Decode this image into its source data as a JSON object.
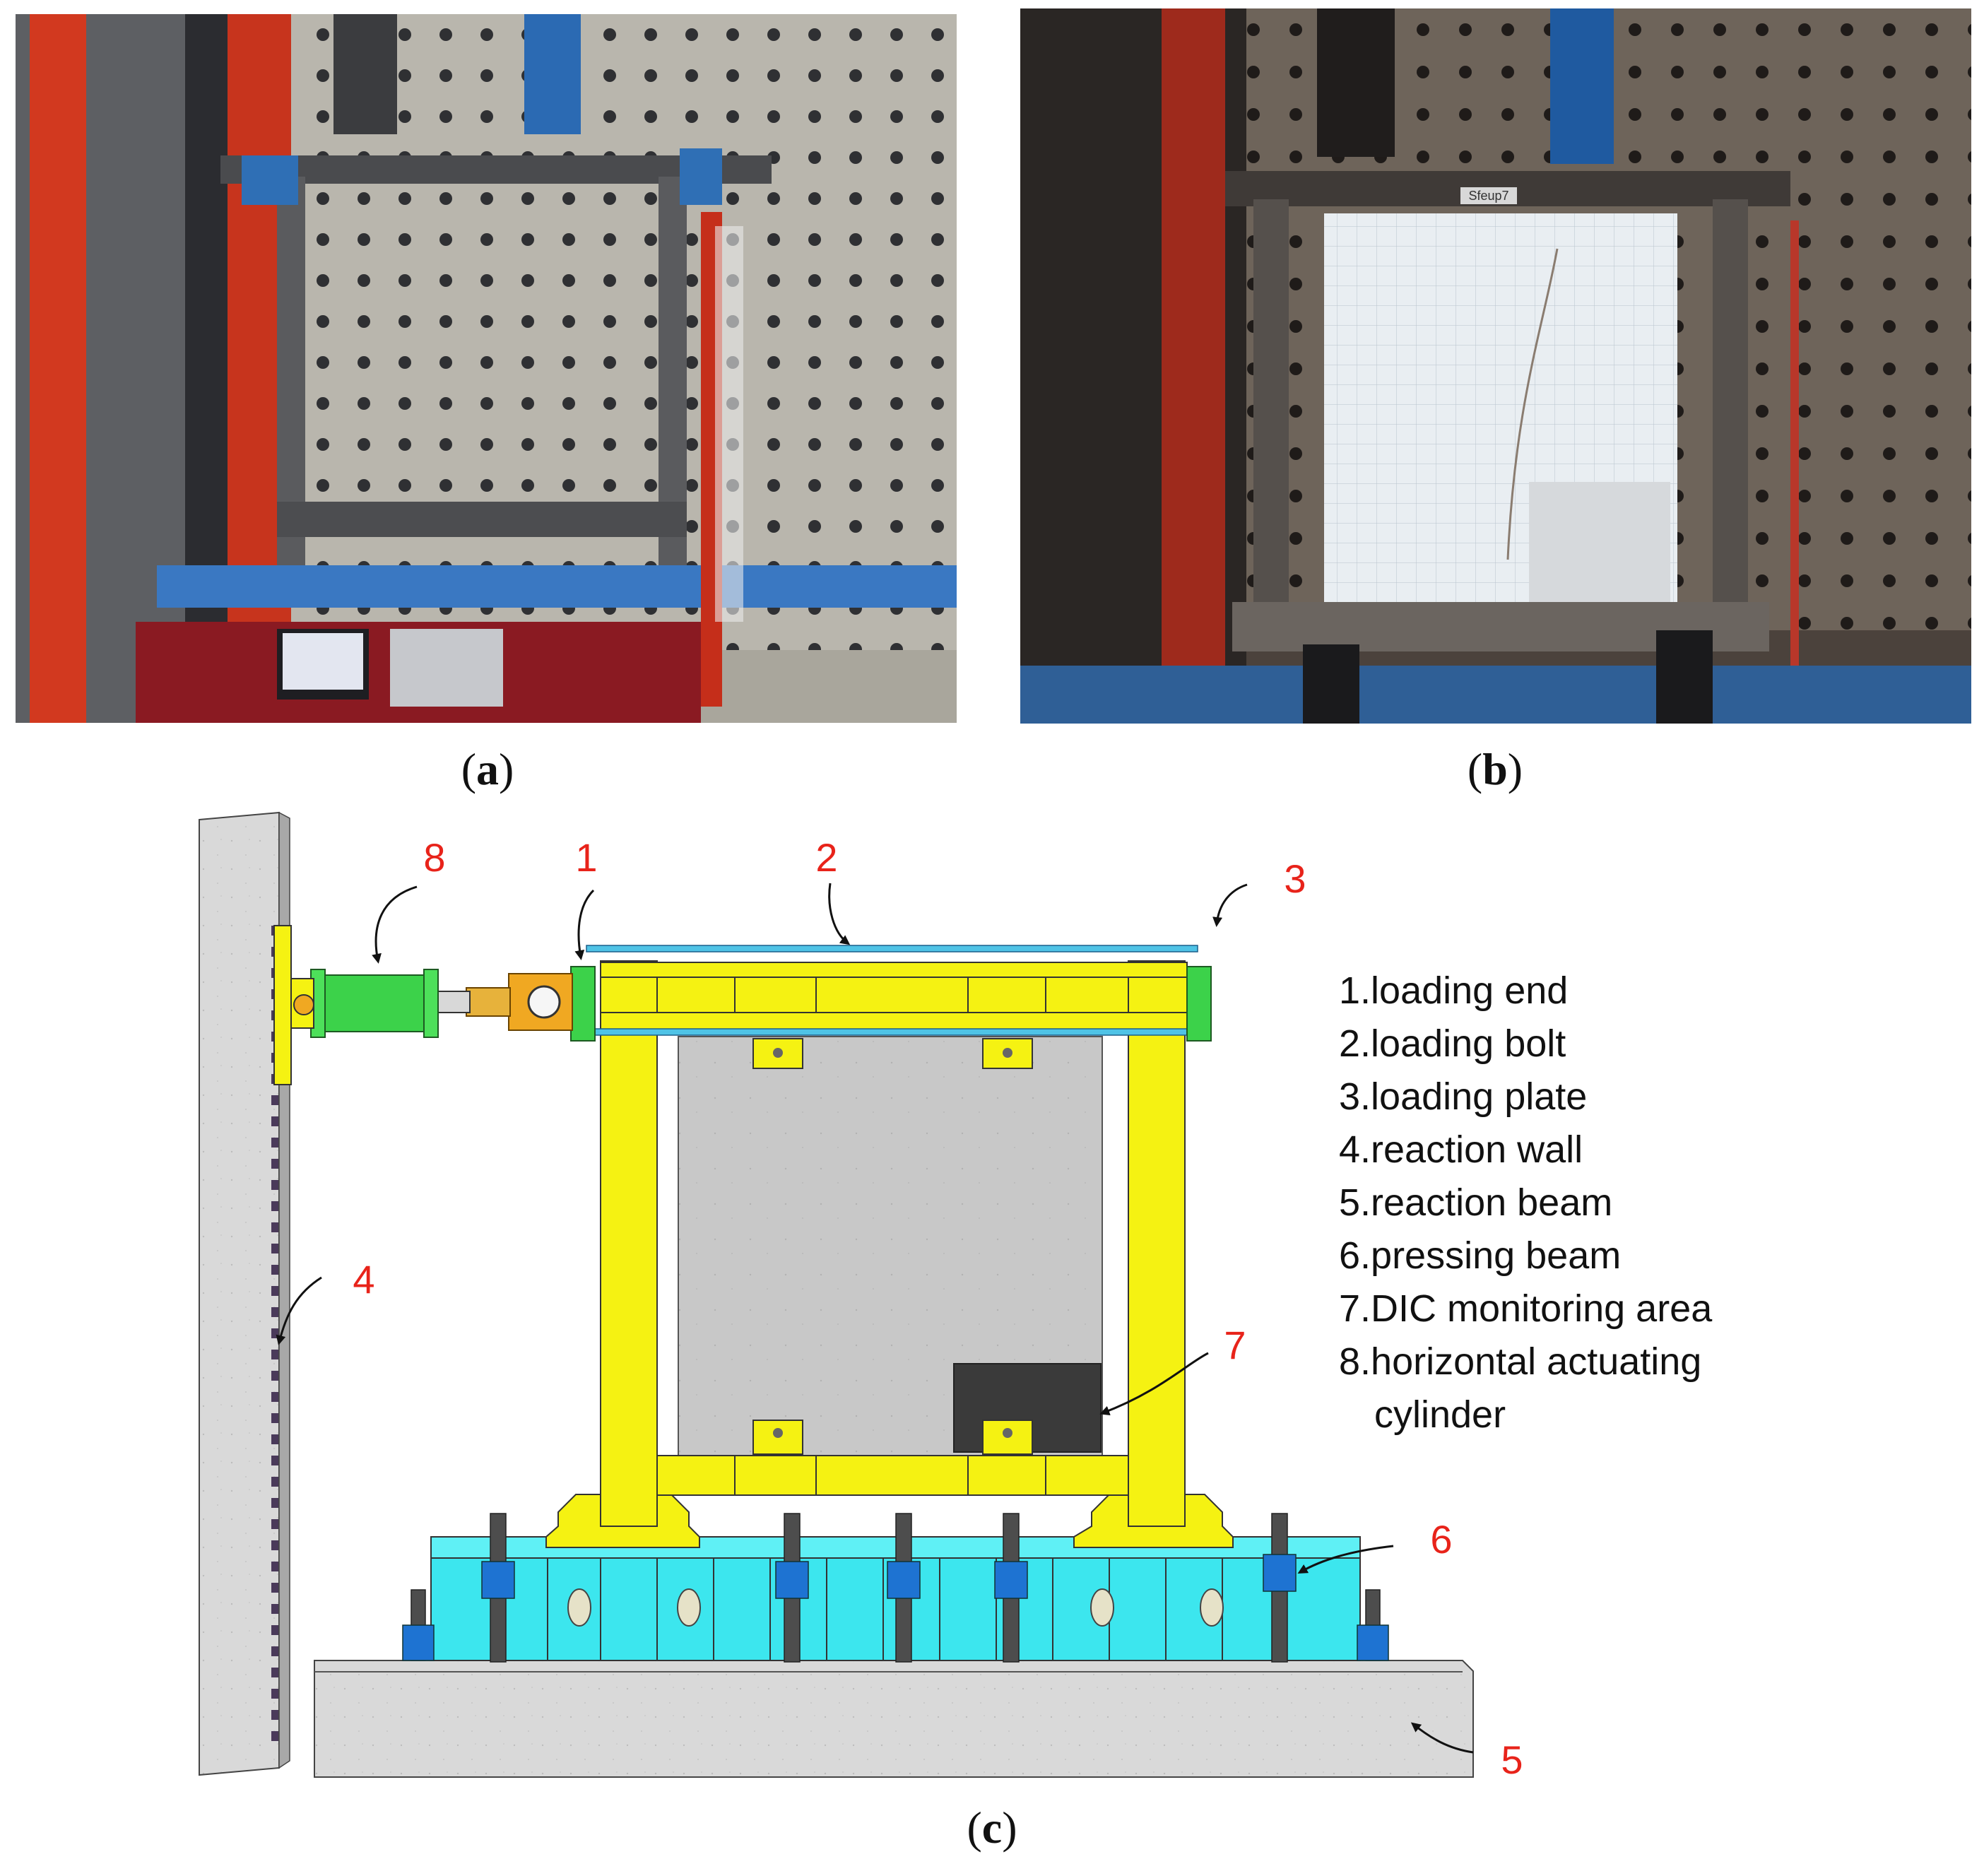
{
  "panels": {
    "a": {
      "open": "(",
      "letter": "a",
      "close": ")"
    },
    "b": {
      "open": "(",
      "letter": "b",
      "close": ")"
    },
    "c": {
      "open": "(",
      "letter": "c",
      "close": ")"
    }
  },
  "photo_b": {
    "frame_tag": "Sfeup7"
  },
  "callouts": {
    "n1": "1",
    "n2": "2",
    "n3": "3",
    "n4": "4",
    "n5": "5",
    "n6": "6",
    "n7": "7",
    "n8": "8"
  },
  "legend": {
    "items": [
      "1.loading end",
      "2.loading bolt",
      "3.loading plate",
      "4.reaction wall",
      "5.reaction beam",
      "6.pressing beam",
      "7.DIC monitoring area",
      "8.horizontal actuating",
      "cylinder"
    ]
  },
  "colors": {
    "frame": "#f5f212",
    "base_beam": "#3ce6ee",
    "actuator": "#3cd24a",
    "concrete": "#d8d8d8",
    "panel": "#c9c9c9",
    "dic_area": "#3a3a3a",
    "pressing_clamp": "#1e73d2",
    "label_red": "#e8231a"
  }
}
